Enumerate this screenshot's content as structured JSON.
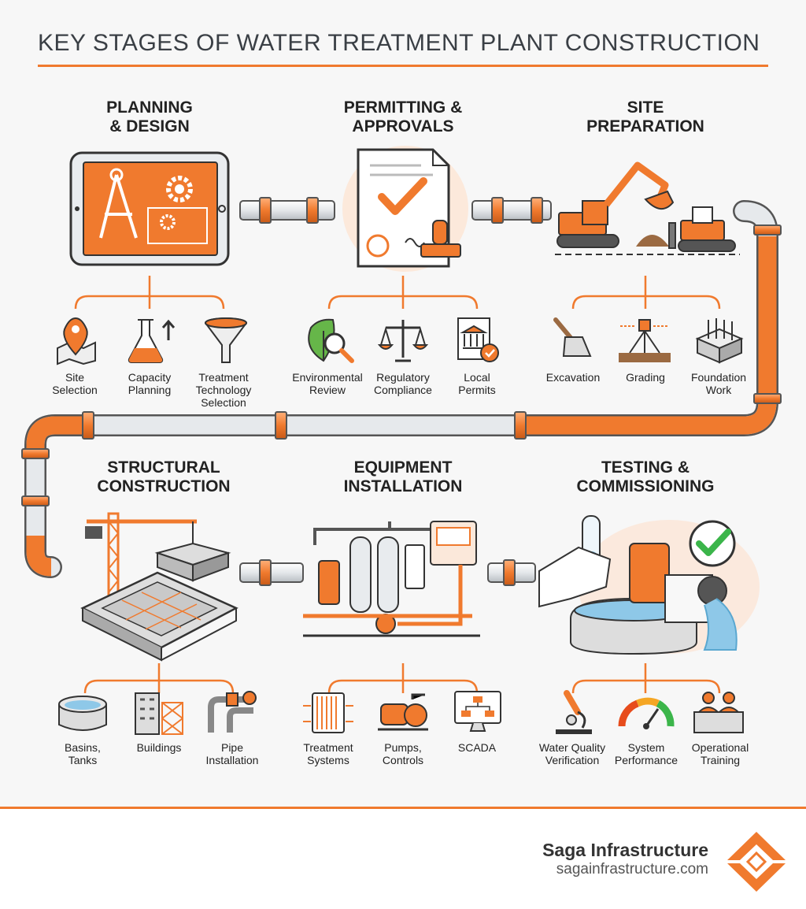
{
  "title": "KEY STAGES OF WATER TREATMENT PLANT CONSTRUCTION",
  "stages": [
    {
      "title": "PLANNING\n& DESIGN",
      "items": [
        "Site\nSelection",
        "Capacity\nPlanning",
        "Treatment\nTechnology\nSelection"
      ],
      "icons": [
        "map-pin-icon",
        "flask-icon",
        "funnel-icon"
      ]
    },
    {
      "title": "PERMITTING &\nAPPROVALS",
      "items": [
        "Environmental\nReview",
        "Regulatory\nCompliance",
        "Local\nPermits"
      ],
      "icons": [
        "leaf-magnifier-icon",
        "scales-icon",
        "permit-document-icon"
      ]
    },
    {
      "title": "SITE\nPREPARATION",
      "items": [
        "Excavation",
        "Grading",
        "Foundation\nWork"
      ],
      "icons": [
        "shovel-icon",
        "survey-level-icon",
        "foundation-block-icon"
      ]
    },
    {
      "title": "STRUCTURAL\nCONSTRUCTION",
      "items": [
        "Basins,\nTanks",
        "Buildings",
        "Pipe\nInstallation"
      ],
      "icons": [
        "basin-icon",
        "building-icon",
        "pipe-valve-icon"
      ]
    },
    {
      "title": "EQUIPMENT\nINSTALLATION",
      "items": [
        "Treatment\nSystems",
        "Pumps,\nControls",
        "SCADA"
      ],
      "icons": [
        "filter-unit-icon",
        "pump-icon",
        "scada-monitor-icon"
      ]
    },
    {
      "title": "TESTING &\nCOMMISSIONING",
      "items": [
        "Water Quality\nVerification",
        "System\nPerformance",
        "Operational\nTraining"
      ],
      "icons": [
        "microscope-icon",
        "gauge-icon",
        "training-people-icon"
      ]
    }
  ],
  "brand": {
    "name": "Saga Infrastructure",
    "url": "sagainfrastructure.com"
  },
  "colors": {
    "accent": "#f07a2e",
    "pipe": "#e3e7ea",
    "dark": "#333333",
    "bg": "#f7f7f7"
  }
}
